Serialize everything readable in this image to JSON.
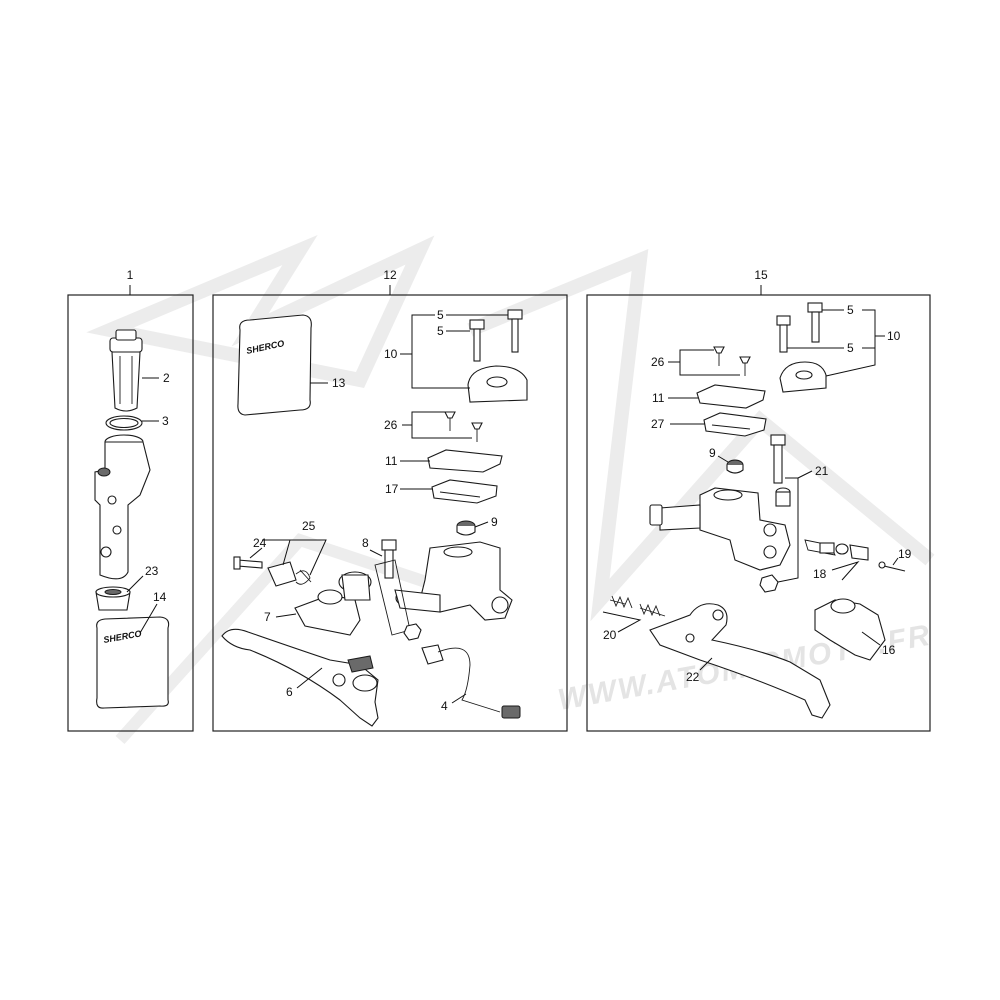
{
  "watermark": {
    "text": "WWW.ATOMICMOTO.FR"
  },
  "groups": [
    {
      "id": "group-1",
      "number": "1"
    },
    {
      "id": "group-12",
      "number": "12"
    },
    {
      "id": "group-15",
      "number": "15"
    }
  ],
  "callouts": {
    "g1": [
      "2",
      "3",
      "23",
      "14"
    ],
    "g12": [
      "5",
      "5",
      "10",
      "13",
      "26",
      "11",
      "17",
      "9",
      "8",
      "25",
      "24",
      "7",
      "6",
      "4"
    ],
    "g15": [
      "5",
      "5",
      "10",
      "26",
      "11",
      "27",
      "9",
      "21",
      "19",
      "18",
      "20",
      "22",
      "16"
    ]
  },
  "pouch": {
    "brand": "SHERCO"
  }
}
